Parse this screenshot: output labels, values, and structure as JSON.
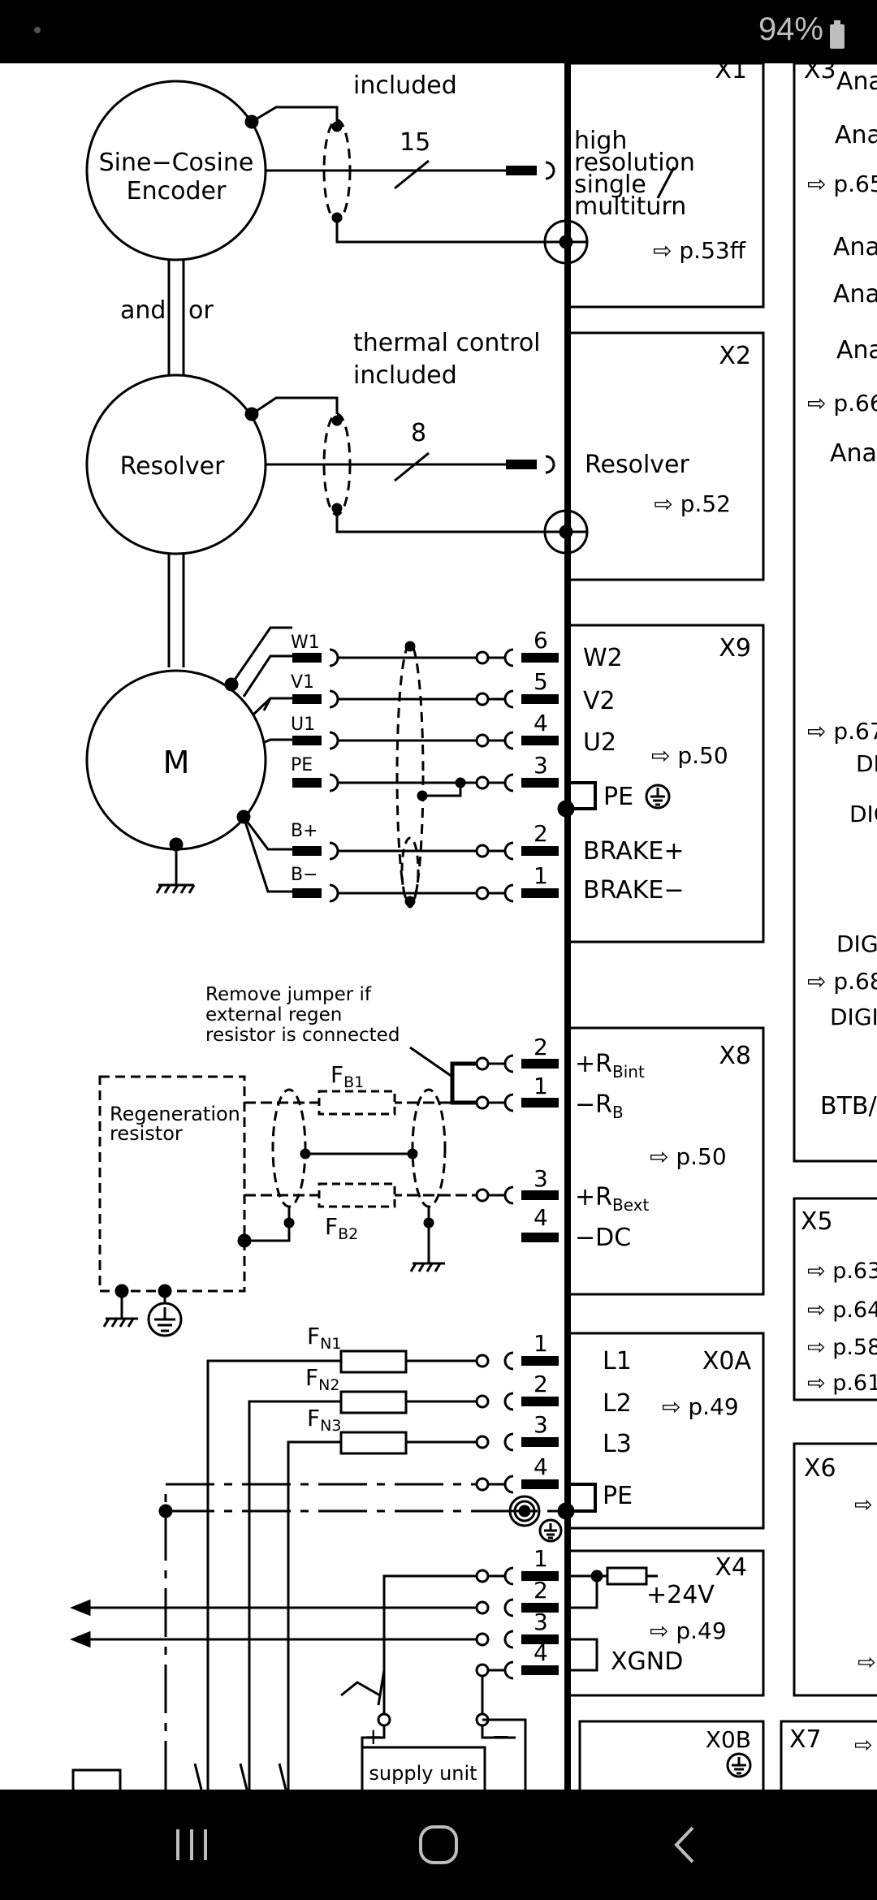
{
  "status_bar": {
    "battery_percent": "94%"
  },
  "diagram": {
    "encoder": {
      "label_line1": "Sine−Cosine",
      "label_line2": "Encoder",
      "included": "included",
      "wire_count": "15"
    },
    "and_or": {
      "and": "and",
      "or": "or"
    },
    "resolver": {
      "label": "Resolver",
      "thermal_line1": "thermal  control",
      "thermal_line2": "included",
      "wire_count": "8"
    },
    "motor": {
      "label": "M",
      "wires": [
        "W1",
        "V1",
        "U1",
        "PE",
        "B+",
        "B−"
      ]
    },
    "regen": {
      "label_line1": "Regeneration",
      "label_line2": "resistor",
      "note_line1": "Remove  jumper  if",
      "note_line2": "external  regen",
      "note_line3": "resistor  is  connected",
      "fuse1": "F",
      "fuse1_sub": "B1",
      "fuse2": "F",
      "fuse2_sub": "B2"
    },
    "mains": {
      "fuses": [
        {
          "label": "F",
          "sub": "N1"
        },
        {
          "label": "F",
          "sub": "N2"
        },
        {
          "label": "F",
          "sub": "N3"
        }
      ]
    },
    "supply": {
      "label": "supply  unit",
      "plus": "+",
      "minus": "−"
    },
    "connectors": {
      "x1": {
        "id": "X1",
        "lines": [
          "high",
          "resolution",
          "single",
          "multiturn"
        ],
        "ref": "⇨ p.53ff"
      },
      "x2": {
        "id": "X2",
        "label": "Resolver",
        "ref": "⇨ p.52"
      },
      "x9": {
        "id": "X9",
        "pins": [
          {
            "num": "6",
            "label": "W2"
          },
          {
            "num": "5",
            "label": "V2"
          },
          {
            "num": "4",
            "label": "U2"
          },
          {
            "num": "3",
            "label": "PE"
          },
          {
            "num": "2",
            "label": "BRAKE+"
          },
          {
            "num": "1",
            "label": "BRAKE−"
          }
        ],
        "ref": "⇨ p.50"
      },
      "x8": {
        "id": "X8",
        "pins": [
          {
            "num": "2",
            "label": "+R",
            "sub": "Bint"
          },
          {
            "num": "1",
            "label": "−R",
            "sub": "B"
          },
          {
            "num": "3",
            "label": "+R",
            "sub": "Bext"
          },
          {
            "num": "4",
            "label": "−DC",
            "sub": ""
          }
        ],
        "ref": "⇨ p.50"
      },
      "x0a": {
        "id": "X0A",
        "pins": [
          {
            "num": "1",
            "label": "L1"
          },
          {
            "num": "2",
            "label": "L2"
          },
          {
            "num": "3",
            "label": "L3"
          },
          {
            "num": "4",
            "label": "PE"
          }
        ],
        "ref": "⇨ p.49"
      },
      "x4": {
        "id": "X4",
        "pins": [
          "1",
          "2",
          "3",
          "4"
        ],
        "v24": "+24V",
        "xgnd": "XGND",
        "ref": "⇨ p.49"
      },
      "x0b": {
        "id": "X0B"
      },
      "x3": {
        "id": "X3",
        "partial": [
          "Ana",
          "Ana",
          "⇨ p.65",
          "Ana",
          "Ana",
          "Ana",
          "⇨ p.66",
          "Ana",
          "⇨ p.67",
          "DI",
          "DIG",
          "DIG",
          "⇨ p.68",
          "DIGI",
          "BTB/"
        ]
      },
      "x5": {
        "id": "X5",
        "partial": [
          "⇨ p.63",
          "⇨ p.64",
          "⇨ p.58",
          "⇨ p.61"
        ]
      },
      "x6": {
        "id": "X6",
        "partial": [
          "⇨",
          "⇨"
        ]
      },
      "x7": {
        "id": "X7",
        "partial": [
          "⇨"
        ]
      }
    }
  },
  "nav": {
    "recents_icon": "recents-icon",
    "home_icon": "home-icon",
    "back_icon": "back-icon"
  }
}
